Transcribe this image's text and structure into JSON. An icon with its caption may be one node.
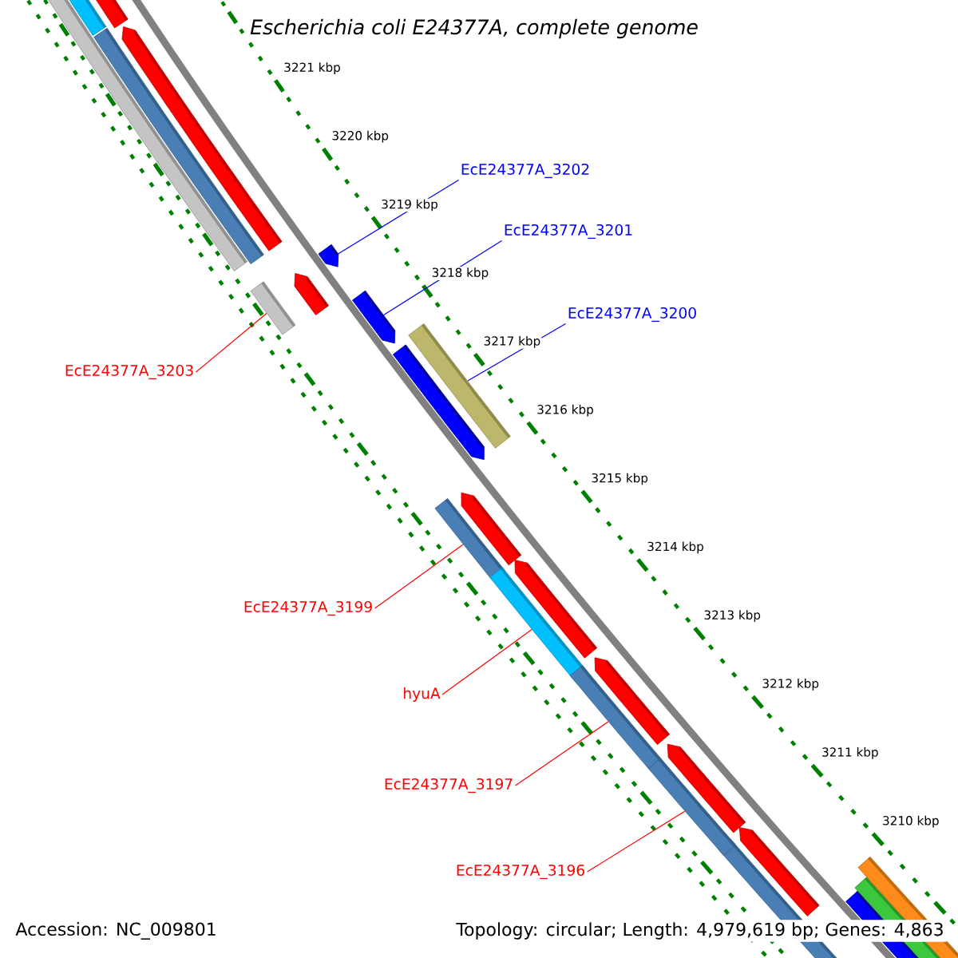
{
  "diagram": {
    "title": "Escherichia coli E24377A, complete genome",
    "nodes": [
      {
        "text": [
          "EcE24377A_3202"
        ]
      },
      {
        "text": [
          "EcE24377A_3201"
        ]
      },
      {
        "text": [
          "EcE24377A_3200"
        ]
      },
      {
        "text": [
          "EcE24377A_3203"
        ]
      },
      {
        "text": [
          "EcE24377A_3199"
        ]
      },
      {
        "text": [
          "hyuA"
        ]
      },
      {
        "text": [
          "EcE24377A_3197"
        ]
      },
      {
        "text": [
          "EcE24377A_3196"
        ]
      },
      {
        "text": [],
        "shape": "bar"
      },
      {
        "text": [],
        "shape": "bar"
      },
      {
        "text": [],
        "shape": "bar"
      },
      {
        "text": [],
        "shape": "bar"
      },
      {
        "text": [],
        "shape": "bar"
      },
      {
        "text": [],
        "shape": "bar"
      },
      {
        "text": [],
        "shape": "bar"
      },
      {
        "text": [],
        "shape": "bar"
      },
      {
        "text": [],
        "shape": "bar"
      }
    ],
    "edges": [
      {
        "from": 0,
        "to": 10,
        "arrow": "none",
        "color": "#0000ff"
      },
      {
        "from": 1,
        "to": 11,
        "arrow": "none",
        "color": "#0000ff"
      },
      {
        "from": 2,
        "to": 12,
        "arrow": "none",
        "color": "#0000ff"
      },
      {
        "from": 3,
        "to": 8,
        "arrow": "none"
      },
      {
        "from": 4,
        "to": 13,
        "arrow": "none"
      },
      {
        "from": 5,
        "to": 14,
        "arrow": "none"
      },
      {
        "from": 6,
        "to": 15,
        "arrow": "none"
      },
      {
        "from": 7,
        "to": 16,
        "arrow": "none"
      }
    ],
    "labels": [
      "3221 kbp",
      "3220 kbp",
      "3219 kbp",
      "3218 kbp",
      "3217 kbp",
      "3216 kbp",
      "3215 kbp",
      "3214 kbp",
      "3213 kbp",
      "3212 kbp",
      "3211 kbp",
      "3210 kbp",
      "Accession: NC_009801",
      "Topology: circular; Length: 4,979,619 bp; Genes: 4,863"
    ]
  }
}
